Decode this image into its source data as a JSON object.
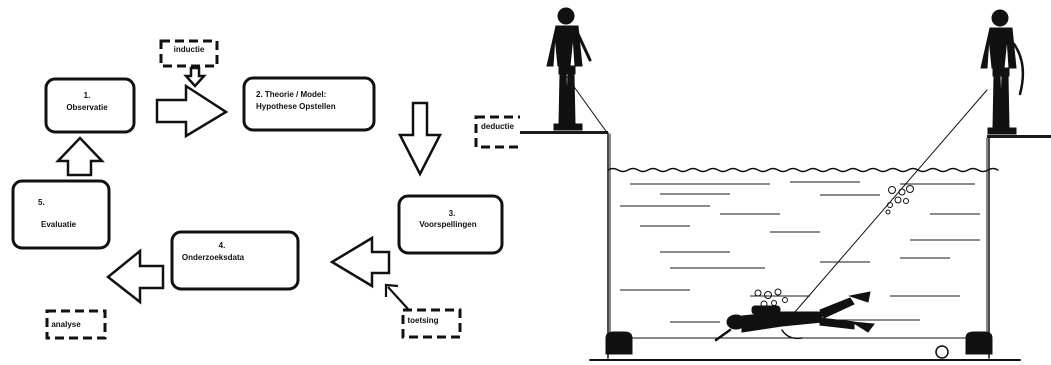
{
  "nodes": {
    "observatie": {
      "number": "1.",
      "label": "Observatie"
    },
    "theorie": {
      "line1": "2. Theorie / Model:",
      "line2": "Hypothese Opstellen"
    },
    "voorspellingen": {
      "number": "3.",
      "label": "Voorspellingen"
    },
    "onderzoeksdata": {
      "number": "4.",
      "label": "Onderzoeksdata"
    },
    "evaluatie": {
      "number": "5.",
      "label": "Evaluatie"
    }
  },
  "tags": {
    "inductie": "inductie",
    "deductie": "deductie",
    "toetsing": "toetsing",
    "analyse": "analyse"
  },
  "colors": {
    "ink": "#111111",
    "background": "#ffffff"
  }
}
